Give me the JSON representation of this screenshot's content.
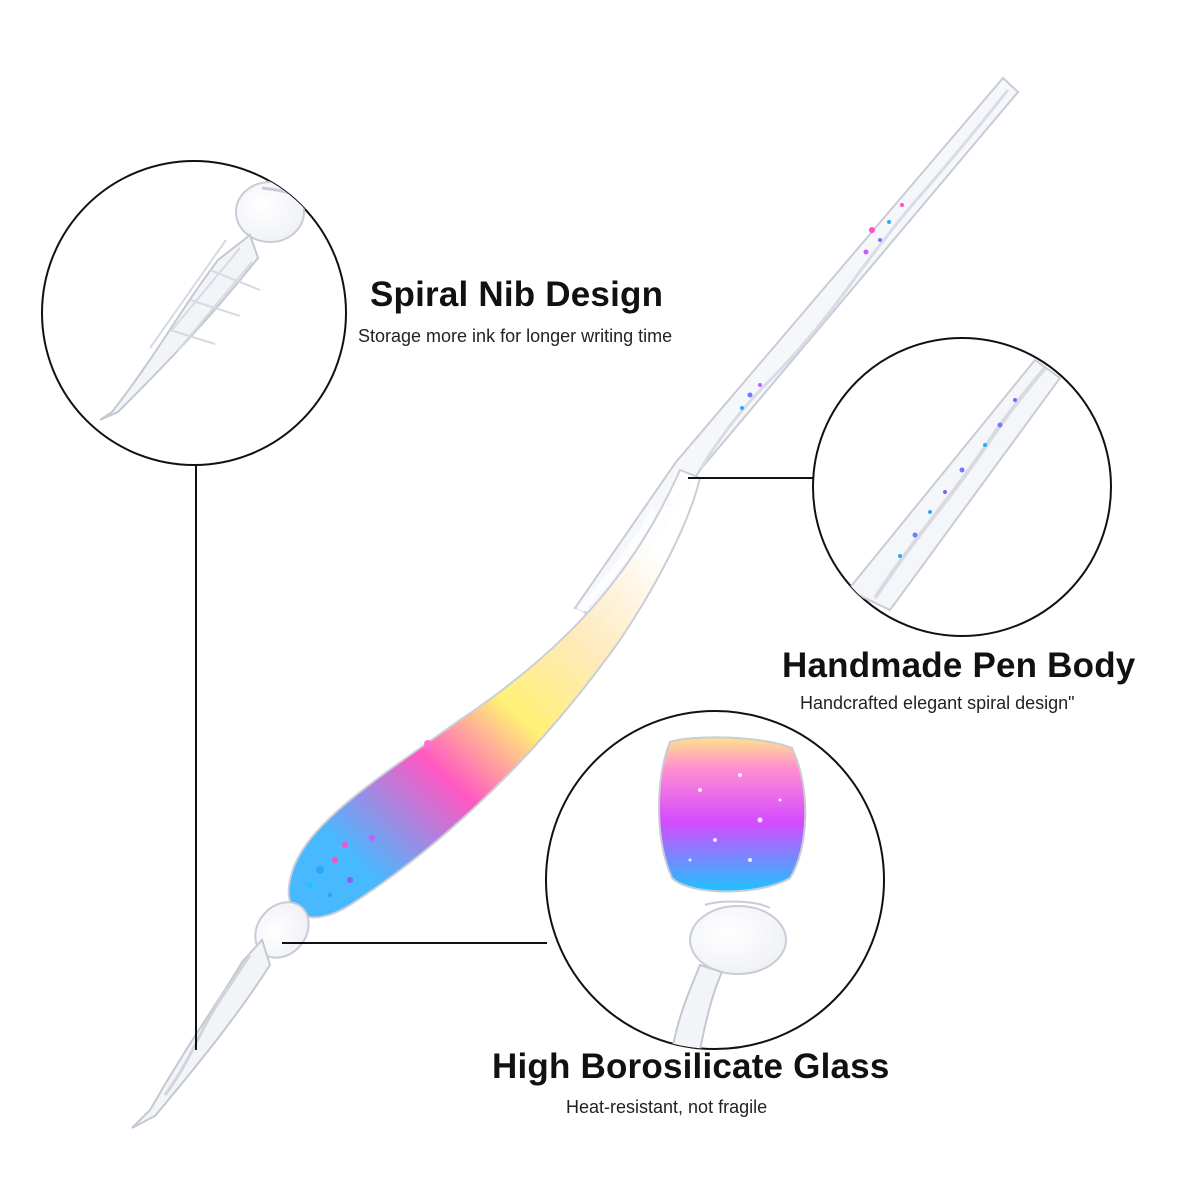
{
  "callouts": [
    {
      "id": "spiral-nib",
      "title": "Spiral Nib Design",
      "subtitle": "Storage more ink for longer writing time"
    },
    {
      "id": "pen-body",
      "title": "Handmade Pen Body",
      "subtitle": "Handcrafted elegant spiral design\""
    },
    {
      "id": "borosilicate-glass",
      "title": "High Borosilicate Glass",
      "subtitle": "Heat-resistant, not fragile"
    }
  ],
  "colors": {
    "background": "#ffffff",
    "line": "#111111",
    "glass_outline": "#cfd3dc",
    "glitter_pink": "#ff3fb4",
    "glitter_blue": "#2aa8ff",
    "glitter_yellow": "#fff47a",
    "glitter_purple": "#8a5cff"
  }
}
